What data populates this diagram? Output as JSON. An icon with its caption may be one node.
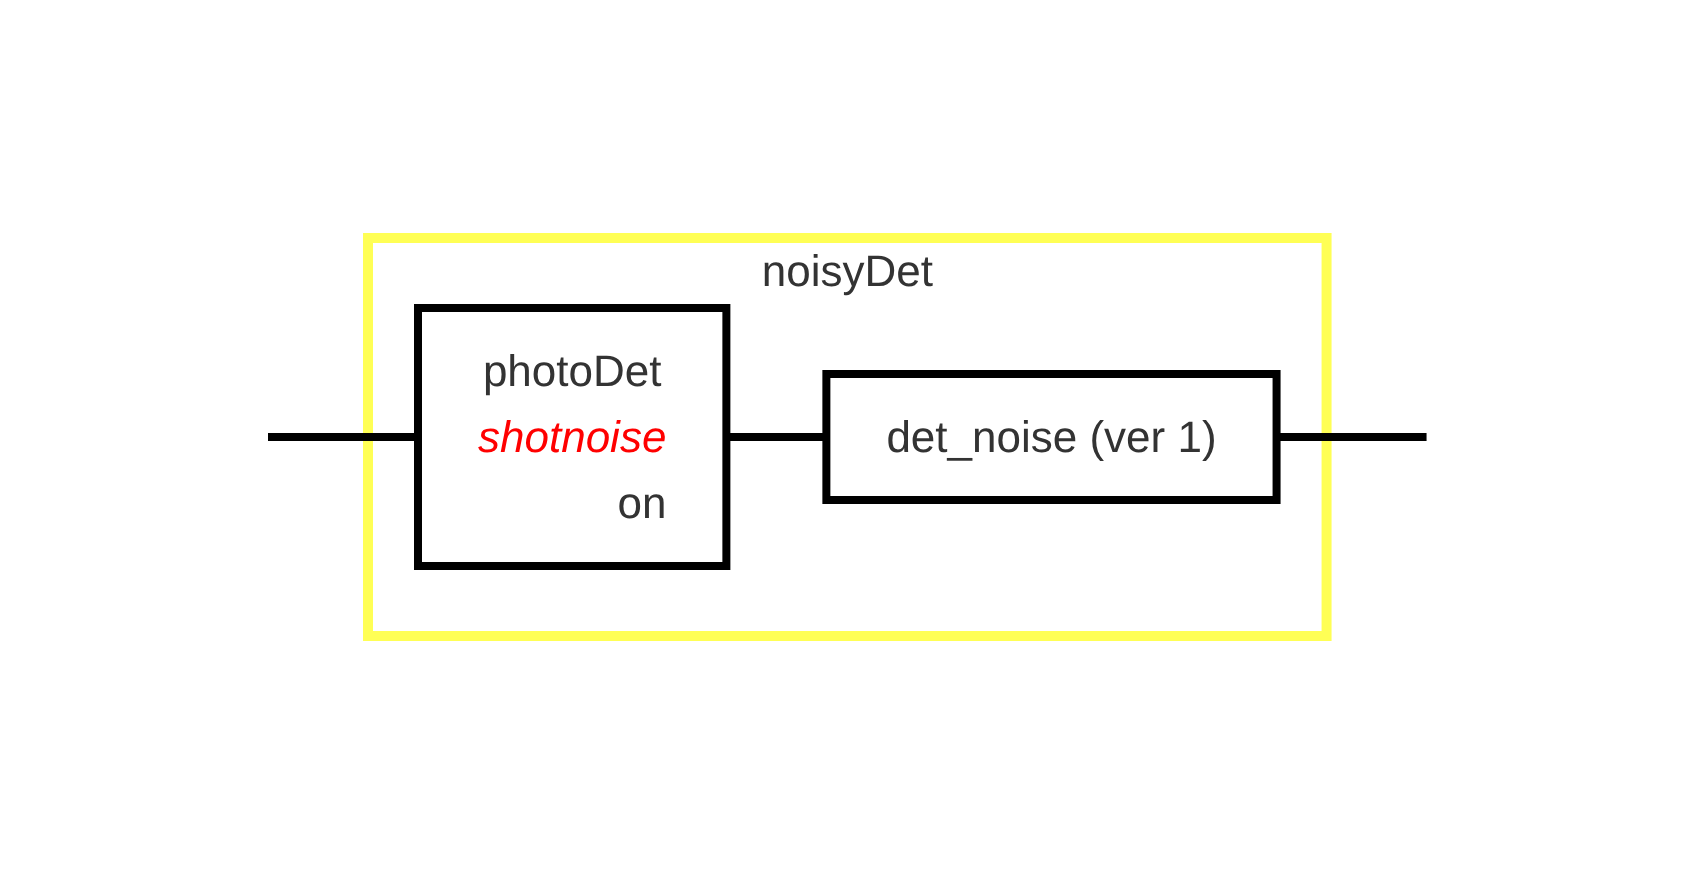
{
  "diagram": {
    "nodes": [
      {
        "text": [
          "noisyDet"
        ]
      },
      {
        "text": [
          "photoDet",
          "shotnoise",
          "on"
        ],
        "in": 0
      },
      {
        "text": [
          "det_noise (ver 1)"
        ],
        "in": 0
      }
    ],
    "edges": [
      {
        "from": null,
        "to": 1,
        "arrow": "none"
      },
      {
        "from": 1,
        "to": 2,
        "arrow": "none"
      },
      {
        "from": 2,
        "to": null,
        "arrow": "none"
      }
    ]
  }
}
